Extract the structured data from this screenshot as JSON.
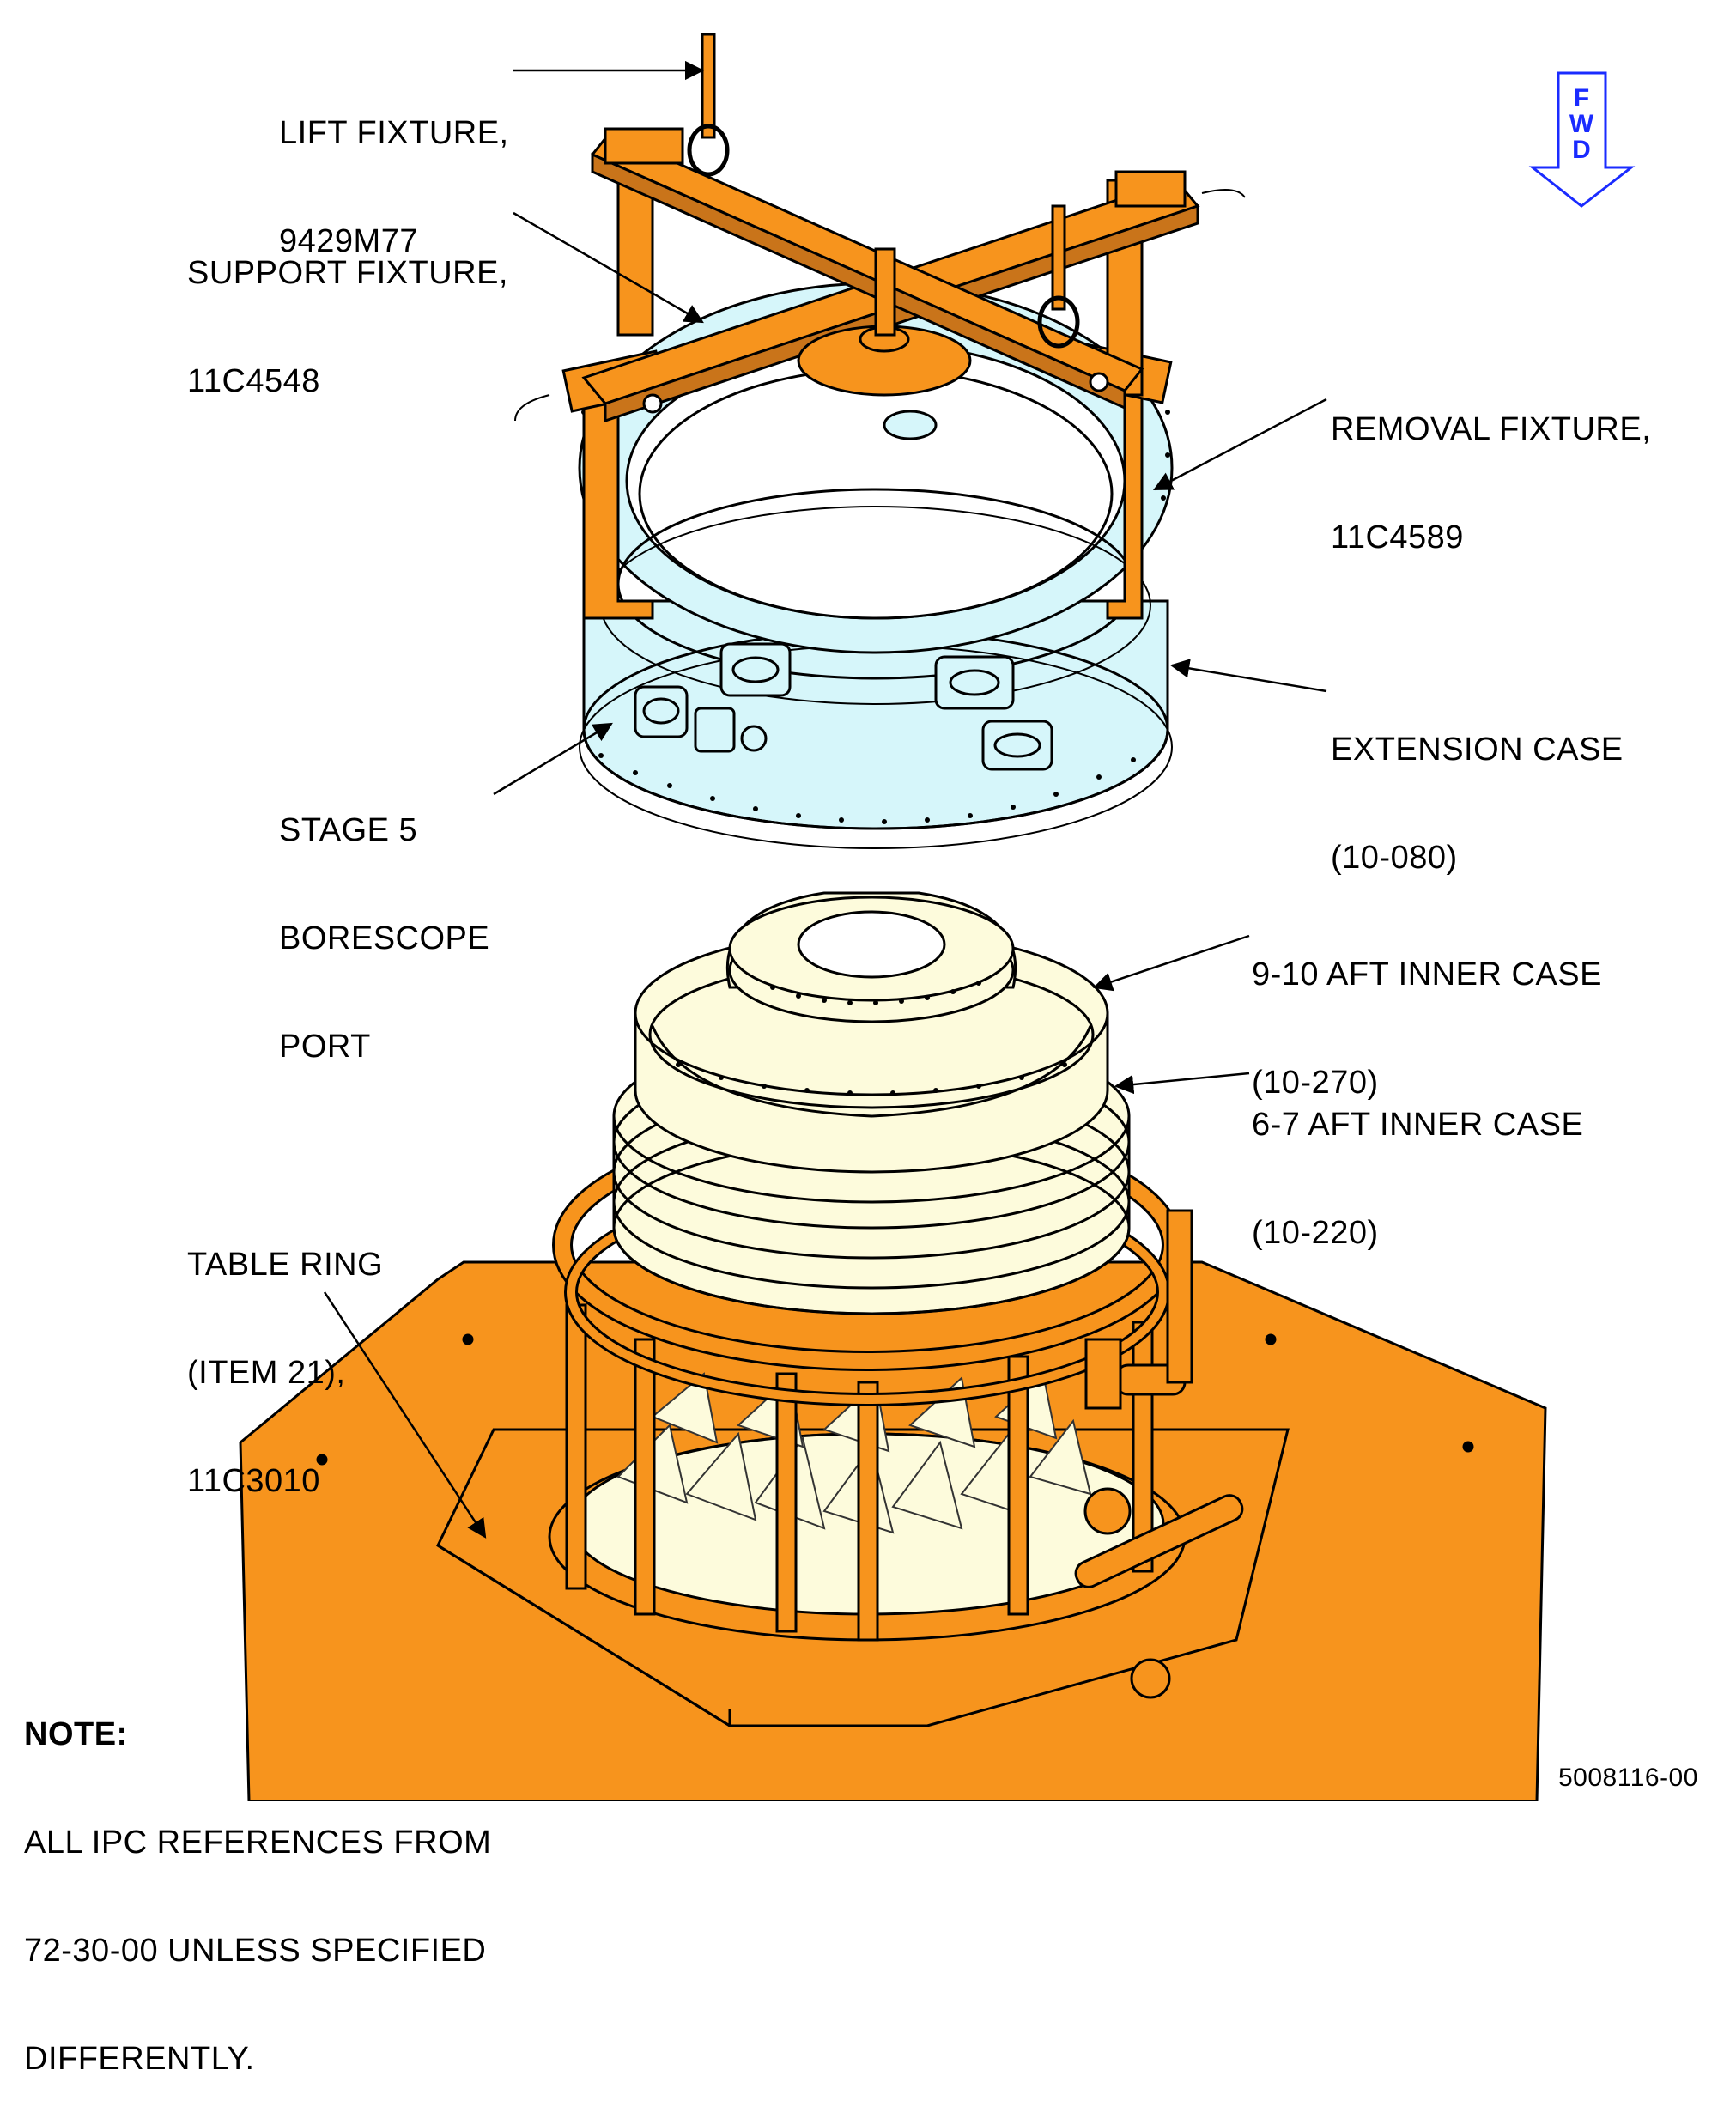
{
  "labels": {
    "lift_fixture": [
      "LIFT FIXTURE,",
      "9429M77"
    ],
    "support_fixture": [
      "SUPPORT FIXTURE,",
      "11C4548"
    ],
    "removal_fixture": [
      "REMOVAL FIXTURE,",
      "11C4589"
    ],
    "extension_case": [
      "EXTENSION CASE",
      "(10-080)"
    ],
    "stage5_port": [
      "STAGE 5",
      "BORESCOPE",
      "PORT"
    ],
    "aft_inner_case_9_10": [
      "9-10 AFT INNER CASE",
      "(10-270)"
    ],
    "aft_inner_case_6_7": [
      "6-7 AFT INNER CASE",
      "(10-220)"
    ],
    "table_ring": [
      "TABLE RING",
      "(ITEM 21),",
      "11C3010"
    ]
  },
  "fwd_indicator": {
    "letters": [
      "F",
      "W",
      "D"
    ],
    "color": "#1a2bff"
  },
  "note": {
    "title": "NOTE:",
    "lines": [
      "ALL IPC REFERENCES FROM",
      "72-30-00 UNLESS SPECIFIED",
      "DIFFERENTLY."
    ]
  },
  "figure_id": "5008116-00",
  "colors": {
    "fixture_orange": "#f7941d",
    "case_cyan": "#d6f6fa",
    "inner_case_cream": "#fdfbdc"
  }
}
